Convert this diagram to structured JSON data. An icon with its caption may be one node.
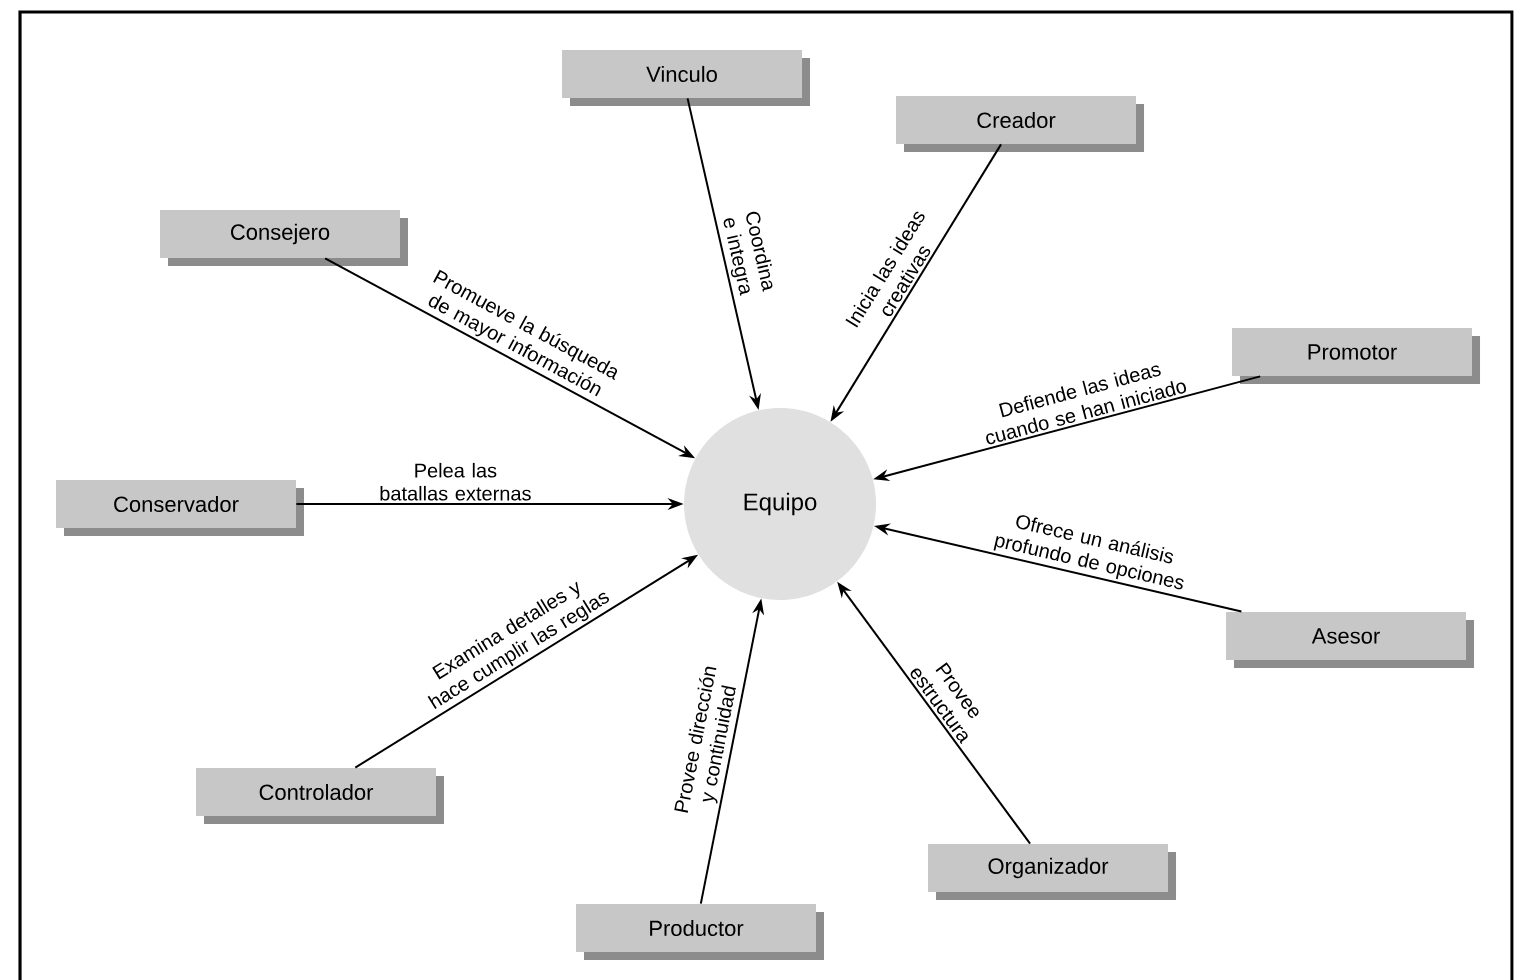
{
  "diagram": {
    "nodes": [
      {
        "text": [
          "Equipo"
        ]
      },
      {
        "text": [
          "Vinculo"
        ]
      },
      {
        "text": [
          "Creador"
        ]
      },
      {
        "text": [
          "Consejero"
        ]
      },
      {
        "text": [
          "Promotor"
        ]
      },
      {
        "text": [
          "Conservador"
        ]
      },
      {
        "text": [
          "Asesor"
        ]
      },
      {
        "text": [
          "Controlador"
        ]
      },
      {
        "text": [
          "Organizador"
        ]
      },
      {
        "text": [
          "Productor"
        ]
      }
    ],
    "edges": [
      {
        "from": 1,
        "to": 0,
        "arrow": "to",
        "label": "Coordina e integra"
      },
      {
        "from": 2,
        "to": 0,
        "arrow": "to",
        "label": "Inicia las ideas creativas"
      },
      {
        "from": 3,
        "to": 0,
        "arrow": "to",
        "label": "Promueve la búsqueda de mayor información"
      },
      {
        "from": 4,
        "to": 0,
        "arrow": "to",
        "label": "Defiende las ideas cuando se han iniciado"
      },
      {
        "from": 5,
        "to": 0,
        "arrow": "to",
        "label": "Pelea las batallas externas"
      },
      {
        "from": 6,
        "to": 0,
        "arrow": "to",
        "label": "Ofrece un análisis profundo de opciones"
      },
      {
        "from": 7,
        "to": 0,
        "arrow": "to",
        "label": "Examina detalles y hace cumplir las reglas"
      },
      {
        "from": 9,
        "to": 0,
        "arrow": "to",
        "label": "Provee dirección y continuidad"
      },
      {
        "from": 8,
        "to": 0,
        "arrow": "to",
        "label": "Provee estructura"
      }
    ]
  }
}
